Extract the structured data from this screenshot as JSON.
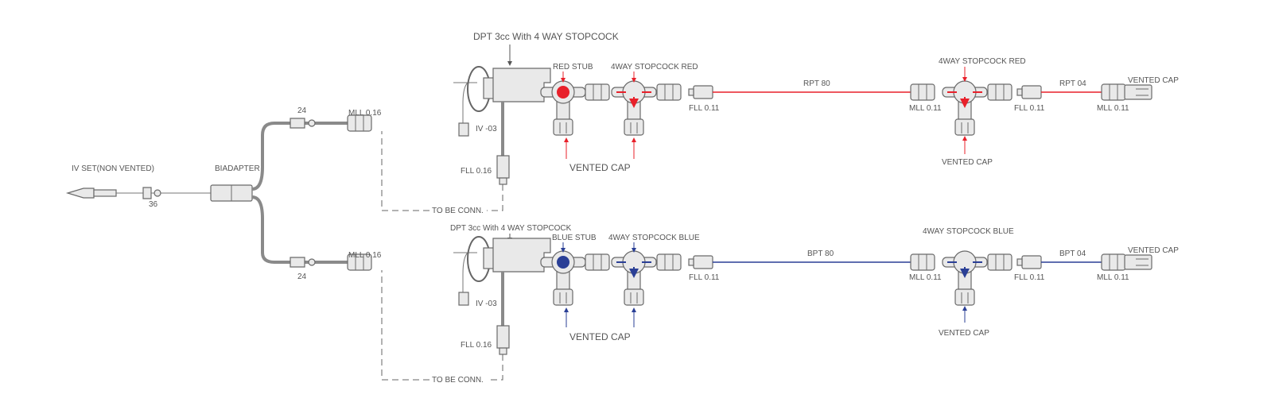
{
  "colors": {
    "red": "#e8202a",
    "blue": "#2a3f96",
    "outline": "#6a6a6a"
  },
  "left": {
    "iv_set": "IV SET(NON VENTED)",
    "iv_set_len": "36",
    "biadapter": "BIADAPTER",
    "upper_len": "24",
    "lower_len": "24",
    "upper_mll": "MLL 0.16",
    "lower_mll": "MLL 0.16"
  },
  "red_line": {
    "dpt": "DPT 3cc With 4 WAY STOPCOCK",
    "stub": "RED STUB",
    "stopcock1": "4WAY STOPCOCK RED",
    "vented_cap1": "VENTED CAP",
    "fll1": "FLL 0.11",
    "tube1": "RPT 80",
    "stopcock2": "4WAY STOPCOCK RED",
    "mll2": "MLL 0.11",
    "fll2": "FLL 0.11",
    "tube2": "RPT 04",
    "mll3": "MLL 0.11",
    "vented_cap_end": "VENTED CAP",
    "vented_cap2": "VENTED CAP",
    "iv": "IV -03",
    "fll_iv": "FLL 0.16",
    "to_be_conn": "TO BE CONN."
  },
  "blue_line": {
    "dpt": "DPT 3cc With 4 WAY STOPCOCK",
    "stub": "BLUE STUB",
    "stopcock1": "4WAY STOPCOCK BLUE",
    "vented_cap1": "VENTED CAP",
    "fll1": "FLL 0.11",
    "tube1": "BPT 80",
    "stopcock2": "4WAY STOPCOCK BLUE",
    "mll2": "MLL 0.11",
    "fll2": "FLL 0.11",
    "tube2": "BPT 04",
    "mll3": "MLL 0.11",
    "vented_cap_end": "VENTED CAP",
    "vented_cap2": "VENTED CAP",
    "iv": "IV -03",
    "fll_iv": "FLL 0.16",
    "to_be_conn": "TO BE CONN."
  }
}
